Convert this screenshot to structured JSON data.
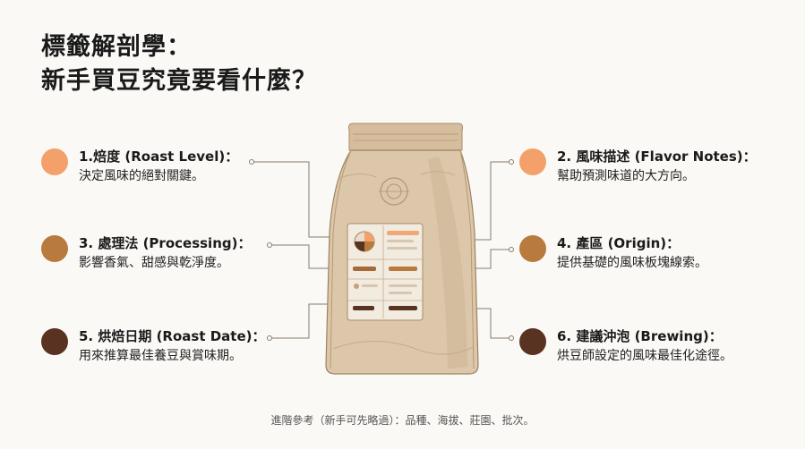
{
  "title": {
    "line1": "標籤解剖學：",
    "line2": "新手買豆究竟要看什麼？"
  },
  "labels": [
    {
      "heading": "1.焙度 (Roast Level)：",
      "desc": "決定風味的絕對關鍵。",
      "color": "#f4a06a"
    },
    {
      "heading": "2. 風味描述 (Flavor Notes)：",
      "desc": "幫助預測味道的大方向。",
      "color": "#f4a06a"
    },
    {
      "heading": "3. 處理法 (Processing)：",
      "desc": "影響香氣、甜感與乾淨度。",
      "color": "#b97a3e"
    },
    {
      "heading": "4. 產區 (Origin)：",
      "desc": "提供基礎的風味板塊線索。",
      "color": "#b97a3e"
    },
    {
      "heading": "5. 烘焙日期 (Roast Date)：",
      "desc": "用來推算最佳養豆與賞味期。",
      "color": "#5a3222"
    },
    {
      "heading": "6. 建議沖泡 (Brewing)：",
      "desc": "烘豆師設定的風味最佳化途徑。",
      "color": "#5a3222"
    }
  ],
  "footer": "進階參考（新手可先略過）：品種、海拔、莊園、批次。",
  "colors": {
    "bag": "#dcc7ab",
    "bag_shadow": "#c9b090",
    "label_paper": "#f2ebe0",
    "line": "#8a7a6a"
  },
  "icons": {
    "coffee_bag": "coffee-bag-illustration"
  }
}
